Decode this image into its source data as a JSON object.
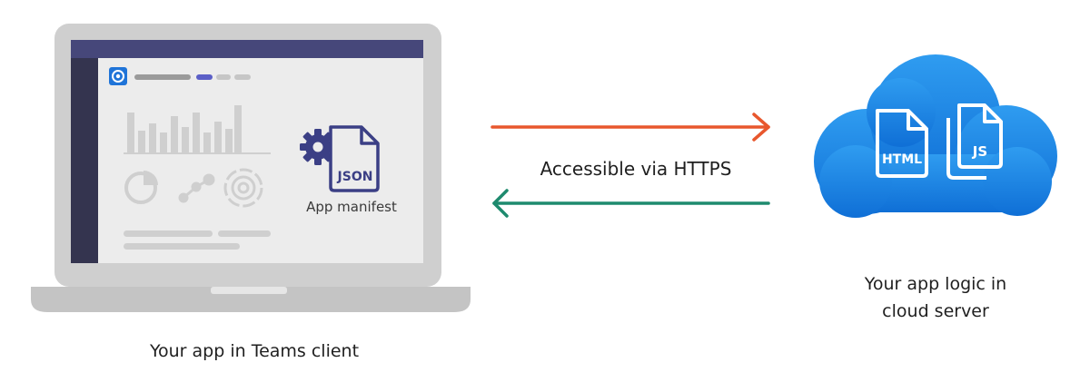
{
  "client": {
    "manifest_label": "App manifest",
    "json_badge": "JSON",
    "caption": "Your app in Teams client"
  },
  "connection": {
    "label": "Accessible via HTTPS",
    "request_arrow_color": "#e8572d",
    "response_arrow_color": "#1e8a6e"
  },
  "server": {
    "html_badge": "HTML",
    "js_badge": "JS",
    "caption_line1": "Your app logic in",
    "caption_line2": "cloud server",
    "cloud_color": "#1b7fe0"
  }
}
